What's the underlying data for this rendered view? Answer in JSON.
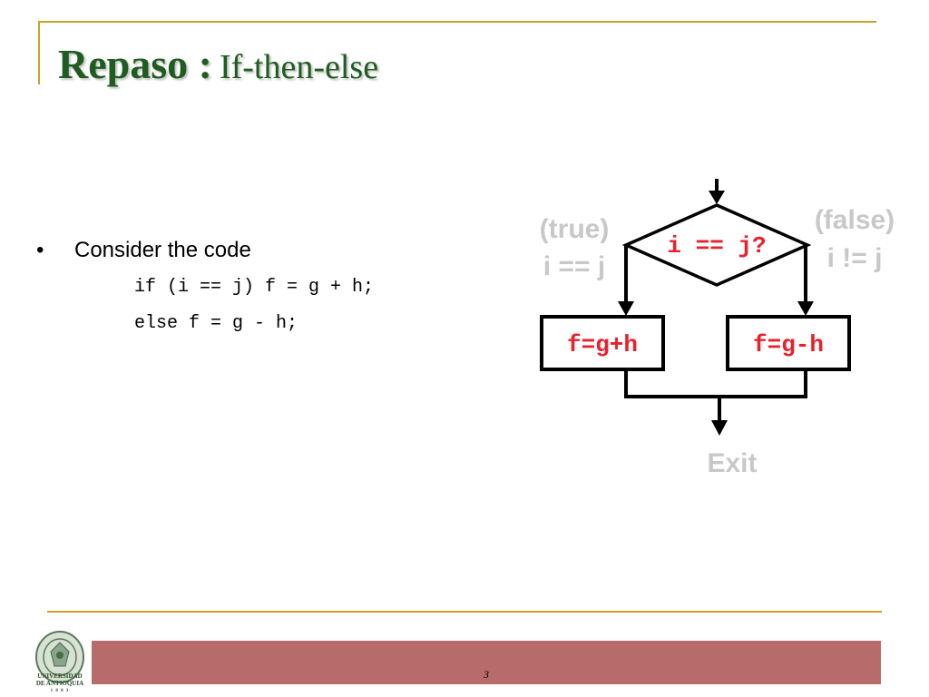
{
  "slide": {
    "title_main": "Repaso :",
    "title_sub": "If-then-else",
    "bullet": "Consider the code",
    "code_lines": [
      "if (i == j) f = g + h;",
      "else f = g - h;"
    ],
    "page_number": "3"
  },
  "diagram": {
    "condition": "i == j?",
    "true_label_1": "(true)",
    "true_label_2": "i == j",
    "false_label_1": "(false)",
    "false_label_2": "i != j",
    "left_box": "f=g+h",
    "right_box": "f=g-h",
    "exit": "Exit"
  },
  "logo": {
    "line1": "UNIVERSIDAD",
    "line2": "DE ANTIOQUIA",
    "line3": "1 8 0 3"
  },
  "colors": {
    "accent_gold": "#c9a227",
    "title_green": "#1f5c1f",
    "footer_bar": "#b86b6b",
    "code_red": "#e8212e",
    "label_gray": "#c8c8c8"
  }
}
